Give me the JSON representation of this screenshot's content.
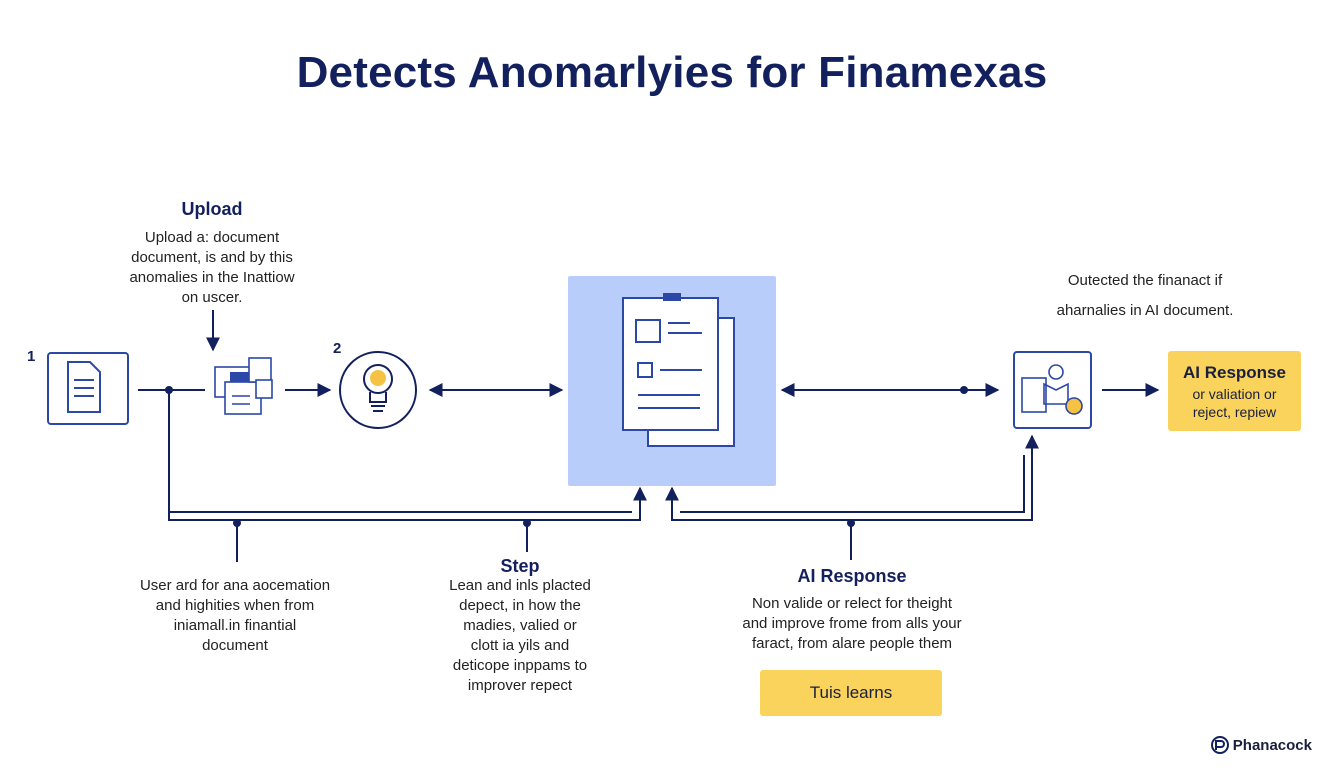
{
  "title": "Detects Anomarlyies for Finamexas",
  "upload": {
    "heading": "Upload",
    "lines": [
      "Upload a: document",
      "document, is and by this",
      "anomalies in the Inattiow",
      "on uscer."
    ]
  },
  "steps": {
    "one": "1",
    "two": "2"
  },
  "top_right_text": {
    "lines": [
      "Outected the finanact if",
      "aharnalies in AI document."
    ]
  },
  "response_box": {
    "heading": "AI Response",
    "lines": [
      "or valiation or",
      "reject, repiew"
    ]
  },
  "bottom_left": {
    "lines": [
      "User ard for ana aocemation",
      "and highities when from",
      "iniamall.in finantial",
      "document"
    ]
  },
  "bottom_step": {
    "heading": "Step",
    "lines": [
      "Lean and inls placted",
      "depect, in how the",
      "madies, valied or",
      "clott ia yils and",
      "deticope inppams to",
      "improver repect"
    ]
  },
  "bottom_response": {
    "heading": "AI Response",
    "lines": [
      "Non valide or relect for theight",
      "and improve frome from alls your",
      "faract, from alare people them"
    ]
  },
  "learn_box": {
    "label": "Tuis learns"
  },
  "brand": {
    "name": "Phanacock"
  },
  "colors": {
    "navy": "#13205e",
    "accent_blue": "#b9cdfb",
    "yellow": "#f9d35c",
    "bulb": "#f6c244"
  }
}
